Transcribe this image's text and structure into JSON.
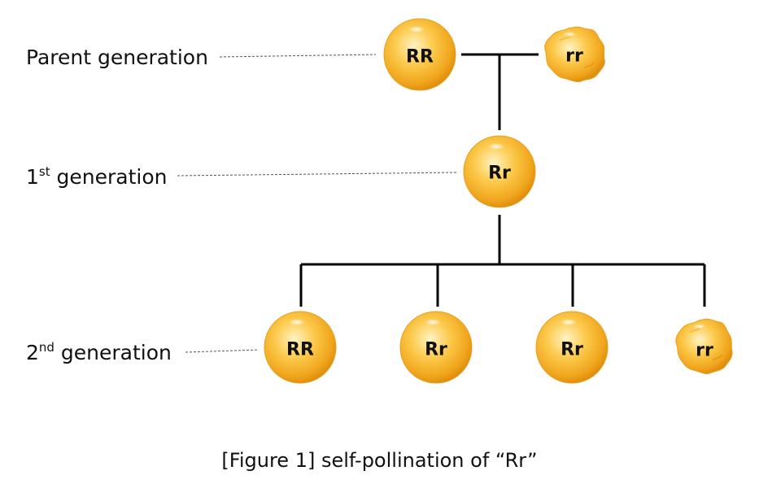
{
  "labels": {
    "parent": "Parent generation",
    "first_num": "1",
    "first_sup": "st",
    "first_text": " generation",
    "second_num": "2",
    "second_sup": "nd",
    "second_text": " generation"
  },
  "peas": {
    "parent_round": "RR",
    "parent_wrinkled": "rr",
    "first": "Rr",
    "second_1": "RR",
    "second_2": "Rr",
    "second_3": "Rr",
    "second_4": "rr"
  },
  "colors": {
    "pea_light": "#fff0b0",
    "pea_mid": "#fbc43e",
    "pea_dark": "#e89a12",
    "line": "#000000",
    "leader": "#555555"
  },
  "caption": "[Figure 1] self-pollination of “Rr”"
}
